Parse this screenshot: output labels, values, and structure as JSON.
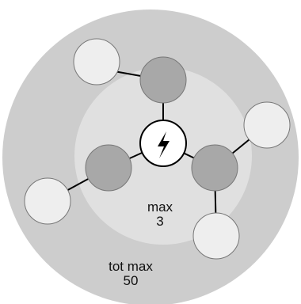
{
  "outer_zone": {
    "label_line1": "tot max",
    "label_line2": "50",
    "fill": "#cdcdcd"
  },
  "inner_zone": {
    "label_line1": "max",
    "label_line2": "3",
    "fill": "#e0e0e0"
  },
  "hub": {
    "icon": "lightning-bolt-icon",
    "fill": "#ffffff",
    "stroke": "#000000"
  },
  "colors": {
    "primary_node": "#a8a8a8",
    "secondary_node": "#eeeeee",
    "node_stroke": "#777777",
    "edge": "#000000"
  }
}
